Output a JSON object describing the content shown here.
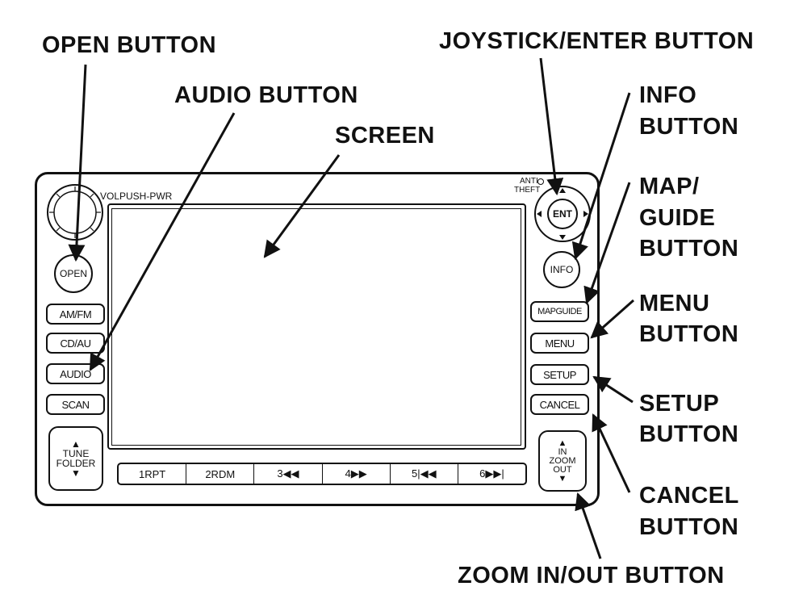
{
  "callouts": {
    "open_button": "OPEN BUTTON",
    "joystick_enter_button": "JOYSTICK/ENTER BUTTON",
    "audio_button": "AUDIO BUTTON",
    "info_button_line1": "INFO",
    "info_button_line2": "BUTTON",
    "screen": "SCREEN",
    "map_guide_line1": "MAP/",
    "map_guide_line2": "GUIDE",
    "map_guide_line3": "BUTTON",
    "menu_line1": "MENU",
    "menu_line2": "BUTTON",
    "setup_line1": "SETUP",
    "setup_line2": "BUTTON",
    "cancel_line1": "CANCEL",
    "cancel_line2": "BUTTON",
    "zoom_in_out_button": "ZOOM IN/OUT BUTTON"
  },
  "unit": {
    "vol_label": "VOLPUSH-PWR",
    "anti_theft_line1": "ANTI",
    "anti_theft_line2": "THEFT",
    "left_buttons": {
      "open": "OPEN",
      "am_fm": "AM/FM",
      "cd_aux": "CD/AU",
      "audio": "AUDIO",
      "scan": "SCAN"
    },
    "tune_folder": {
      "up": "▲",
      "line1": "TUNE",
      "line2": "FOLDER",
      "down": "▼"
    },
    "right_buttons": {
      "ent": "ENT",
      "info": "INFO",
      "map_guide": "MAPGUIDE",
      "menu": "MENU",
      "setup": "SETUP",
      "cancel": "CANCEL"
    },
    "zoom": {
      "up": "▲",
      "line1": "IN",
      "line2": "ZOOM",
      "line3": "OUT",
      "down": "▼"
    },
    "presets": [
      "1RPT",
      "2RDM",
      "3◀◀",
      "4▶▶",
      "5|◀◀",
      "6▶▶|"
    ]
  }
}
